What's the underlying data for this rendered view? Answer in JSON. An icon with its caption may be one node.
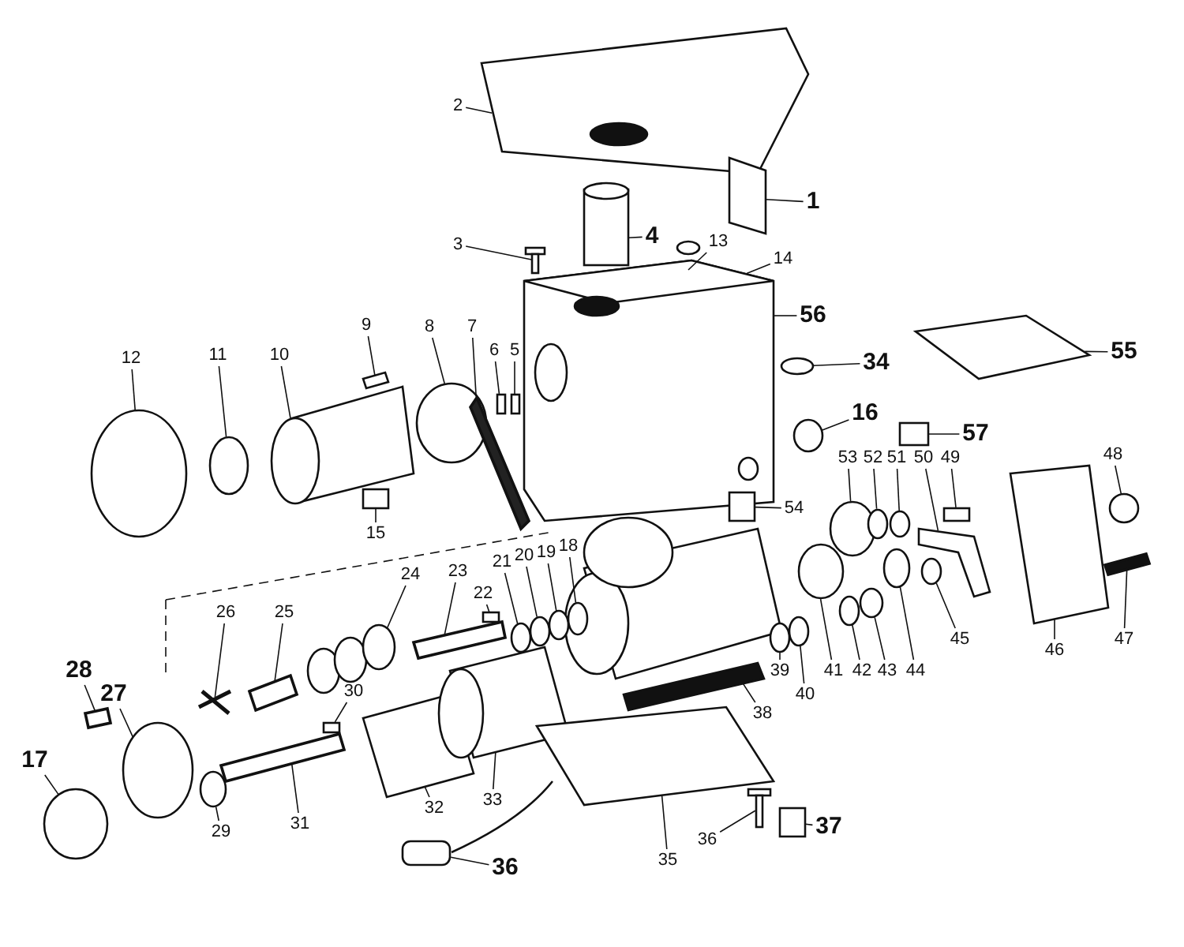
{
  "diagram": {
    "nodes": [
      {
        "text": [
          "2"
        ]
      },
      {
        "text": [
          "1"
        ]
      },
      {
        "text": [
          "3"
        ]
      },
      {
        "text": [
          "4"
        ]
      },
      {
        "text": [
          "13"
        ]
      },
      {
        "text": [
          "14"
        ]
      },
      {
        "text": [
          "56"
        ]
      },
      {
        "text": [
          "9"
        ]
      },
      {
        "text": [
          "8"
        ]
      },
      {
        "text": [
          "7"
        ]
      },
      {
        "text": [
          "6"
        ]
      },
      {
        "text": [
          "5"
        ]
      },
      {
        "text": [
          "12"
        ]
      },
      {
        "text": [
          "11"
        ]
      },
      {
        "text": [
          "10"
        ]
      },
      {
        "text": [
          "55"
        ]
      },
      {
        "text": [
          "34"
        ]
      },
      {
        "text": [
          "16"
        ]
      },
      {
        "text": [
          "57"
        ]
      },
      {
        "text": [
          "48"
        ]
      },
      {
        "text": [
          "54"
        ]
      },
      {
        "text": [
          "15"
        ]
      },
      {
        "text": [
          "53"
        ]
      },
      {
        "text": [
          "52"
        ]
      },
      {
        "text": [
          "51"
        ]
      },
      {
        "text": [
          "50"
        ]
      },
      {
        "text": [
          "49"
        ]
      },
      {
        "text": [
          "24"
        ]
      },
      {
        "text": [
          "23"
        ]
      },
      {
        "text": [
          "22"
        ]
      },
      {
        "text": [
          "21"
        ]
      },
      {
        "text": [
          "20"
        ]
      },
      {
        "text": [
          "19"
        ]
      },
      {
        "text": [
          "18"
        ]
      },
      {
        "text": [
          "26"
        ]
      },
      {
        "text": [
          "25"
        ]
      },
      {
        "text": [
          "46"
        ]
      },
      {
        "text": [
          "47"
        ]
      },
      {
        "text": [
          "39"
        ]
      },
      {
        "text": [
          "40"
        ]
      },
      {
        "text": [
          "41"
        ]
      },
      {
        "text": [
          "42"
        ]
      },
      {
        "text": [
          "43"
        ]
      },
      {
        "text": [
          "44"
        ]
      },
      {
        "text": [
          "45"
        ]
      },
      {
        "text": [
          "28"
        ]
      },
      {
        "text": [
          "27"
        ]
      },
      {
        "text": [
          "17"
        ]
      },
      {
        "text": [
          "30"
        ]
      },
      {
        "text": [
          "38"
        ]
      },
      {
        "text": [
          "29"
        ]
      },
      {
        "text": [
          "31"
        ]
      },
      {
        "text": [
          "32"
        ]
      },
      {
        "text": [
          "33"
        ]
      },
      {
        "text": [
          "35"
        ]
      },
      {
        "text": [
          "36"
        ]
      },
      {
        "text": [
          "37"
        ]
      },
      {
        "text": [
          "36"
        ]
      },
      {
        "text": [],
        "shape": "picture"
      },
      {
        "text": [],
        "shape": "box"
      },
      {
        "text": [],
        "shape": "picture"
      },
      {
        "text": [],
        "shape": "cylinder"
      },
      {
        "text": [],
        "shape": "circle"
      },
      {
        "text": [],
        "shape": "picture"
      },
      {
        "text": [],
        "shape": "box"
      },
      {
        "text": [],
        "shape": "circle"
      },
      {
        "text": [],
        "shape": "bar"
      },
      {
        "text": [],
        "shape": "box"
      },
      {
        "text": [],
        "shape": "box"
      },
      {
        "text": [],
        "shape": "circle"
      },
      {
        "text": [],
        "shape": "circle"
      },
      {
        "text": [],
        "shape": "cylinder"
      },
      {
        "text": [],
        "shape": "box"
      },
      {
        "text": [],
        "shape": "circle"
      },
      {
        "text": [],
        "shape": "circle"
      },
      {
        "text": [],
        "shape": "box"
      },
      {
        "text": [],
        "shape": "circle"
      },
      {
        "text": [],
        "shape": "box"
      },
      {
        "text": [],
        "shape": "box"
      },
      {
        "text": [],
        "shape": "circle"
      },
      {
        "text": [],
        "shape": "circle"
      },
      {
        "text": [],
        "shape": "circle"
      },
      {
        "text": [],
        "shape": "box"
      },
      {
        "text": [],
        "shape": "box"
      },
      {
        "text": [],
        "shape": "picture"
      },
      {
        "text": [],
        "shape": "bar"
      },
      {
        "text": [],
        "shape": "box"
      },
      {
        "text": [],
        "shape": "circle"
      },
      {
        "text": [],
        "shape": "circle"
      },
      {
        "text": [],
        "shape": "circle"
      },
      {
        "text": [],
        "shape": "circle"
      },
      {
        "text": [],
        "shape": "picture"
      },
      {
        "text": [],
        "shape": "bar"
      },
      {
        "text": [],
        "shape": "box"
      },
      {
        "text": [],
        "shape": "bar"
      },
      {
        "text": [],
        "shape": "circle"
      },
      {
        "text": [],
        "shape": "circle"
      },
      {
        "text": [],
        "shape": "circle"
      },
      {
        "text": [],
        "shape": "circle"
      },
      {
        "text": [],
        "shape": "circle"
      },
      {
        "text": [],
        "shape": "circle"
      },
      {
        "text": [],
        "shape": "circle"
      },
      {
        "text": [],
        "shape": "bar"
      },
      {
        "text": [],
        "shape": "circle"
      },
      {
        "text": [],
        "shape": "circle"
      },
      {
        "text": [],
        "shape": "box"
      },
      {
        "text": [],
        "shape": "picture"
      },
      {
        "text": [],
        "shape": "circle"
      },
      {
        "text": [],
        "shape": "bar"
      },
      {
        "text": [],
        "shape": "box"
      },
      {
        "text": [],
        "shape": "cylinder"
      },
      {
        "text": [],
        "shape": "box"
      },
      {
        "text": [],
        "shape": "picture"
      },
      {
        "text": [],
        "shape": "box"
      },
      {
        "text": [],
        "shape": "box"
      }
    ],
    "edges": [
      {
        "from": 0,
        "to": 58,
        "arrow": "none"
      },
      {
        "from": 1,
        "to": 59,
        "arrow": "none"
      },
      {
        "from": 2,
        "to": 60,
        "arrow": "none"
      },
      {
        "from": 3,
        "to": 61,
        "arrow": "none"
      },
      {
        "from": 4,
        "to": 62,
        "arrow": "none"
      },
      {
        "from": 5,
        "to": 63,
        "arrow": "none"
      },
      {
        "from": 6,
        "to": 63,
        "arrow": "none"
      },
      {
        "from": 7,
        "to": 64,
        "arrow": "none"
      },
      {
        "from": 8,
        "to": 65,
        "arrow": "none"
      },
      {
        "from": 9,
        "to": 66,
        "arrow": "none"
      },
      {
        "from": 10,
        "to": 67,
        "arrow": "none"
      },
      {
        "from": 11,
        "to": 68,
        "arrow": "none"
      },
      {
        "from": 12,
        "to": 69,
        "arrow": "none"
      },
      {
        "from": 13,
        "to": 70,
        "arrow": "none"
      },
      {
        "from": 14,
        "to": 71,
        "arrow": "none"
      },
      {
        "from": 15,
        "to": 72,
        "arrow": "none"
      },
      {
        "from": 16,
        "to": 73,
        "arrow": "none"
      },
      {
        "from": 17,
        "to": 74,
        "arrow": "none"
      },
      {
        "from": 18,
        "to": 75,
        "arrow": "none"
      },
      {
        "from": 19,
        "to": 76,
        "arrow": "none"
      },
      {
        "from": 20,
        "to": 77,
        "arrow": "none"
      },
      {
        "from": 21,
        "to": 78,
        "arrow": "none"
      },
      {
        "from": 22,
        "to": 79,
        "arrow": "none"
      },
      {
        "from": 23,
        "to": 80,
        "arrow": "none"
      },
      {
        "from": 24,
        "to": 81,
        "arrow": "none"
      },
      {
        "from": 25,
        "to": 82,
        "arrow": "none"
      },
      {
        "from": 26,
        "to": 83,
        "arrow": "none"
      },
      {
        "from": 27,
        "to": 84,
        "arrow": "none"
      },
      {
        "from": 28,
        "to": 85,
        "arrow": "none"
      },
      {
        "from": 29,
        "to": 86,
        "arrow": "none"
      },
      {
        "from": 30,
        "to": 87,
        "arrow": "none"
      },
      {
        "from": 31,
        "to": 88,
        "arrow": "none"
      },
      {
        "from": 32,
        "to": 89,
        "arrow": "none"
      },
      {
        "from": 33,
        "to": 90,
        "arrow": "none"
      },
      {
        "from": 34,
        "to": 91,
        "arrow": "none"
      },
      {
        "from": 35,
        "to": 92,
        "arrow": "none"
      },
      {
        "from": 36,
        "to": 93,
        "arrow": "none"
      },
      {
        "from": 37,
        "to": 94,
        "arrow": "none"
      },
      {
        "from": 38,
        "to": 95,
        "arrow": "none"
      },
      {
        "from": 39,
        "to": 96,
        "arrow": "none"
      },
      {
        "from": 40,
        "to": 97,
        "arrow": "none"
      },
      {
        "from": 41,
        "to": 98,
        "arrow": "none"
      },
      {
        "from": 42,
        "to": 99,
        "arrow": "none"
      },
      {
        "from": 43,
        "to": 100,
        "arrow": "none"
      },
      {
        "from": 44,
        "to": 101,
        "arrow": "none"
      },
      {
        "from": 45,
        "to": 102,
        "arrow": "none"
      },
      {
        "from": 46,
        "to": 103,
        "arrow": "none"
      },
      {
        "from": 47,
        "to": 104,
        "arrow": "none"
      },
      {
        "from": 48,
        "to": 105,
        "arrow": "none"
      },
      {
        "from": 49,
        "to": 106,
        "arrow": "none"
      },
      {
        "from": 50,
        "to": 107,
        "arrow": "none"
      },
      {
        "from": 51,
        "to": 108,
        "arrow": "none"
      },
      {
        "from": 52,
        "to": 109,
        "arrow": "none"
      },
      {
        "from": 53,
        "to": 110,
        "arrow": "none"
      },
      {
        "from": 54,
        "to": 111,
        "arrow": "none"
      },
      {
        "from": 55,
        "to": 112,
        "arrow": "none"
      },
      {
        "from": 56,
        "to": 113,
        "arrow": "none"
      },
      {
        "from": 57,
        "to": 114,
        "arrow": "none"
      }
    ]
  }
}
